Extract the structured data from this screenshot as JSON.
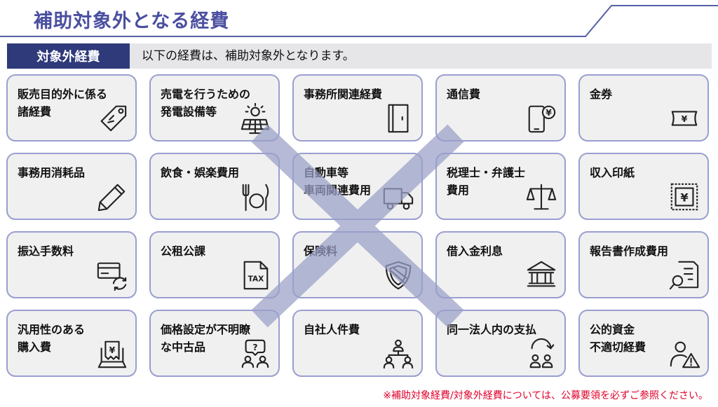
{
  "header": {
    "title": "補助対象外となる経費"
  },
  "category": {
    "label": "対象外経費",
    "description": "以下の経費は、補助対象外となります。"
  },
  "items": [
    {
      "label": "販売目的外に係る\n諸経費",
      "icon": "price-tag-icon"
    },
    {
      "label": "売電を行うための\n発電設備等",
      "icon": "solar-panel-icon"
    },
    {
      "label": "事務所関連経費",
      "icon": "door-icon"
    },
    {
      "label": "通信費",
      "icon": "smartphone-yen-icon"
    },
    {
      "label": "金券",
      "icon": "ticket-yen-icon"
    },
    {
      "label": "事務用消耗品",
      "icon": "pen-icon"
    },
    {
      "label": "飲食・娯楽費用",
      "icon": "dining-icon"
    },
    {
      "label": "自動車等\n車両関連費用",
      "icon": "truck-icon"
    },
    {
      "label": "税理士・弁護士\n費用",
      "icon": "scales-icon"
    },
    {
      "label": "収入印紙",
      "icon": "stamp-yen-icon"
    },
    {
      "label": "振込手数料",
      "icon": "card-transfer-icon"
    },
    {
      "label": "公租公課",
      "icon": "tax-document-icon"
    },
    {
      "label": "保険料",
      "icon": "shield-icon"
    },
    {
      "label": "借入金利息",
      "icon": "bank-icon"
    },
    {
      "label": "報告書作成費用",
      "icon": "report-search-icon"
    },
    {
      "label": "汎用性のある\n購入費",
      "icon": "laptop-yen-icon"
    },
    {
      "label": "価格設定が不明瞭\nな中古品",
      "icon": "question-people-icon"
    },
    {
      "label": "自社人件費",
      "icon": "org-chart-icon"
    },
    {
      "label": "同一法人内の支払",
      "icon": "internal-transfer-icon"
    },
    {
      "label": "公的資金\n不適切経費",
      "icon": "user-warning-icon"
    }
  ],
  "icon_texts": {
    "tax": "TAX",
    "yen": "¥",
    "question": "?"
  },
  "footnote": "※補助対象経費/対象外経費については、公募要領を必ずご参照ください。",
  "colors": {
    "title": "#4a4fa0",
    "label_bg": "#2e3a7a",
    "card_border": "#9a9fd0",
    "card_bg": "#f0f0f0",
    "cross": "#9aa0c8",
    "footnote": "#e0002a"
  }
}
